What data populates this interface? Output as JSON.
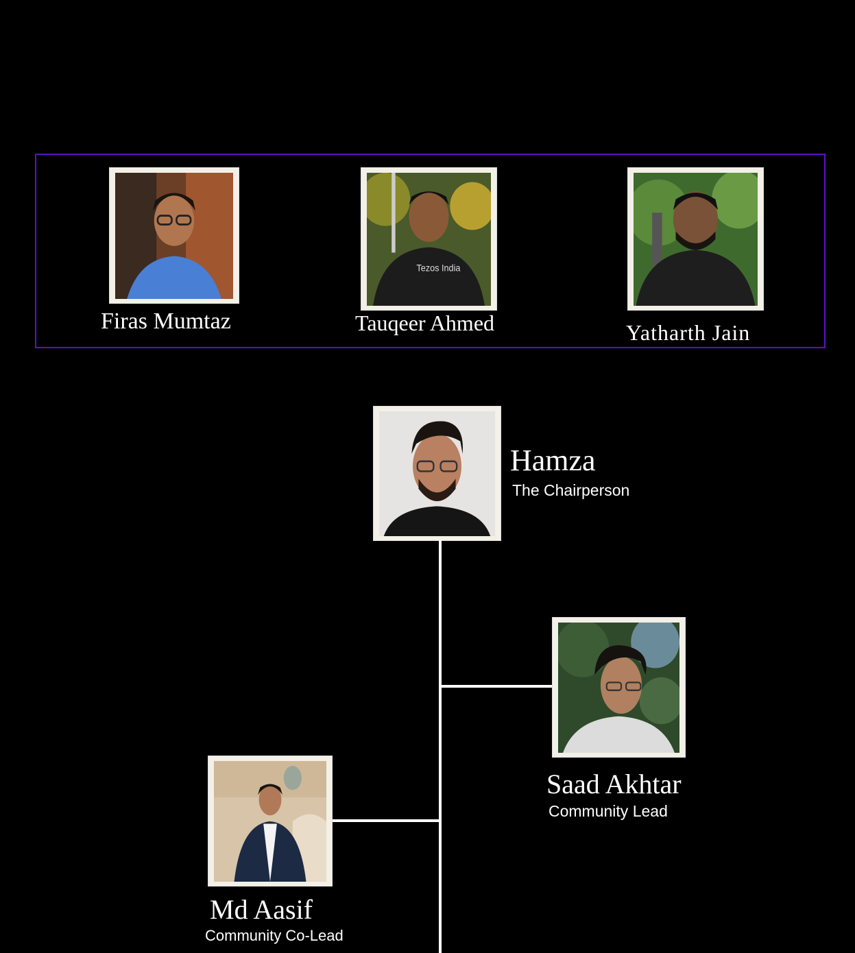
{
  "advisors": [
    {
      "name": "Firas Mumtaz"
    },
    {
      "name": "Tauqeer Ahmed"
    },
    {
      "name": "Yatharth Jain"
    }
  ],
  "chair": {
    "name": "Hamza",
    "role": "The Chairperson"
  },
  "lead": {
    "name": "Saad Akhtar",
    "role": "Community Lead"
  },
  "colead": {
    "name": "Md Aasif",
    "role": "Community Co-Lead"
  },
  "colors": {
    "accent": "#5b12c9",
    "background": "#000000",
    "line": "#ffffff"
  }
}
